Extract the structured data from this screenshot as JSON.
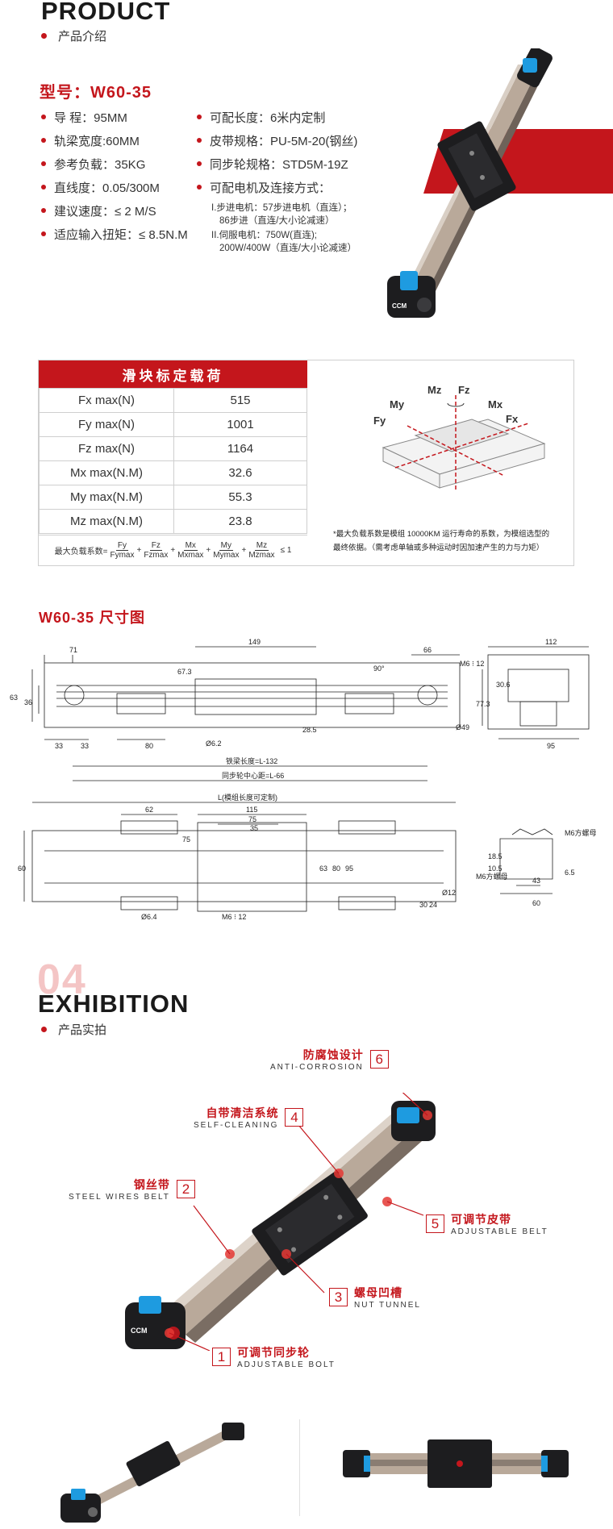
{
  "product": {
    "heading": "PRODUCT",
    "sub_label": "产品介绍",
    "model": "型号：W60-35",
    "specs_left": [
      "导  程：95MM",
      "轨梁宽度:60MM",
      "参考负载：35KG",
      "直线度：0.05/300M",
      "建议速度：≤ 2 M/S",
      "适应输入扭矩：≤ 8.5N.M"
    ],
    "specs_right": [
      "可配长度：6米内定制",
      "皮带规格：PU-5M-20(钢丝)",
      "同步轮规格：STD5M-19Z",
      "可配电机及连接方式："
    ],
    "motor_notes": [
      "I.步进电机：57步进电机（直连）；",
      "86步进（直连/大小论减速）",
      "II.伺服电机：750W(直连);",
      "200W/400W（直连/大小论减速）"
    ],
    "brand": "CCM"
  },
  "load_table": {
    "title": "滑块标定载荷",
    "rows": [
      {
        "label": "Fx max(N)",
        "value": "515"
      },
      {
        "label": "Fy max(N)",
        "value": "1001"
      },
      {
        "label": "Fz max(N)",
        "value": "1164"
      },
      {
        "label": "Mx max(N.M)",
        "value": "32.6"
      },
      {
        "label": "My max(N.M)",
        "value": "55.3"
      },
      {
        "label": "Mz max(N.M)",
        "value": "23.8"
      }
    ],
    "formula_prefix": "最大负载系数=",
    "formula_terms": [
      [
        "Fy",
        "Fymax"
      ],
      [
        "Fz",
        "Fzmax"
      ],
      [
        "Mx",
        "Mxmax"
      ],
      [
        "My",
        "Mymax"
      ],
      [
        "Mz",
        "Mzmax"
      ]
    ],
    "formula_suffix": "≤ 1",
    "axis_labels": {
      "mz": "Mz",
      "fz": "Fz",
      "my": "My",
      "mx": "Mx",
      "fy": "Fy",
      "fx": "Fx"
    },
    "note_line1": "*最大负载系数是模组 10000KM 运行寿命的系数，为模组选型的",
    "note_line2": "最终依据。（需考虑单轴或多种运动时因加速产生的力与力矩）"
  },
  "dimensions": {
    "title": "W60-35 尺寸图",
    "top_view": {
      "d71": "71",
      "d149": "149",
      "d66": "66",
      "d67": "67.3",
      "d90": "90°",
      "m6": "M6 ⁝ 12",
      "d63": "63",
      "d36": "36",
      "d33a": "33",
      "d33b": "33",
      "d80": "80",
      "d62": "Ø6.2",
      "d285": "28.5",
      "d49": "Ø49",
      "len1": "铁梁长度=L-132",
      "len2": "同步轮中心距=L-66"
    },
    "side_view": {
      "d112": "112",
      "d306": "30.6",
      "d773": "77.3",
      "d95": "95"
    },
    "bottom_view": {
      "lbl": "L(模组长度可定制)",
      "d115": "115",
      "d75a": "75",
      "d35": "35",
      "d62": "62",
      "d75b": "75",
      "d60": "60",
      "d63": "63",
      "d80": "80",
      "d95": "95",
      "d64": "Ø6.4",
      "m6": "M6 ⁝ 12",
      "d30": "30",
      "d24": "24",
      "d12": "Ø12"
    },
    "profile_view": {
      "m6a": "M6方螺母",
      "m6b": "M6方螺母",
      "d185": "18.5",
      "d105": "10.5",
      "d43": "43",
      "d65": "6.5",
      "d60": "60"
    }
  },
  "exhibition": {
    "ghost_number": "04",
    "heading": "EXHIBITION",
    "sub_label": "产品实拍",
    "callouts": [
      {
        "num": "6",
        "cn": "防腐蚀设计",
        "en": "ANTI-CORROSION"
      },
      {
        "num": "4",
        "cn": "自带清洁系统",
        "en": "SELF-CLEANING"
      },
      {
        "num": "2",
        "cn": "钢丝带",
        "en": "STEEL WIRES BELT"
      },
      {
        "num": "5",
        "cn": "可调节皮带",
        "en": "ADJUSTABLE BELT"
      },
      {
        "num": "3",
        "cn": "螺母凹槽",
        "en": "NUT TUNNEL"
      },
      {
        "num": "1",
        "cn": "可调节同步轮",
        "en": "ADJUSTABLE BOLT"
      }
    ]
  },
  "colors": {
    "accent": "#c4161c",
    "rail": "#b9a99a",
    "black": "#1d1d1f",
    "blue": "#1e9be0"
  }
}
